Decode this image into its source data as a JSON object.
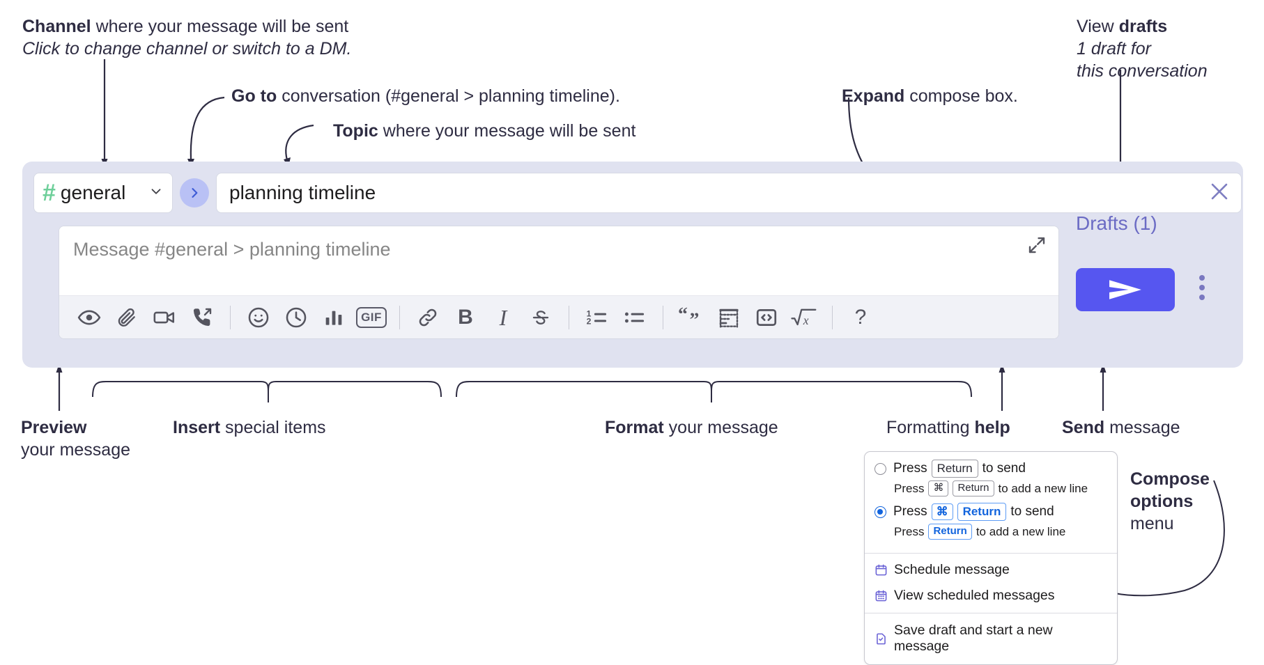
{
  "annotations": {
    "channel": {
      "bold": "Channel",
      "rest": " where your message will be sent",
      "italic": "Click to change channel or switch to a DM."
    },
    "goto": {
      "bold": "Go to",
      "rest": " conversation (#general > planning timeline)."
    },
    "topic": {
      "bold": "Topic",
      "rest": " where your message will be sent"
    },
    "expand": {
      "bold": "Expand",
      "rest": " compose box."
    },
    "drafts": {
      "pre": "View ",
      "bold": "drafts",
      "italic_line1": "1 draft for",
      "italic_line2": "this conversation"
    },
    "preview": {
      "bold": "Preview",
      "line2": "your message"
    },
    "insert": {
      "bold": "Insert",
      "rest": " special items"
    },
    "format": {
      "bold": "Format",
      "rest": " your message"
    },
    "formatting_help": {
      "pre": "Formatting ",
      "bold": "help"
    },
    "send": {
      "bold": "Send",
      "rest": " message"
    },
    "compose_options": {
      "bold_line1": "Compose",
      "bold_line2": "options",
      "line3": "menu"
    }
  },
  "compose": {
    "channel_label": "general",
    "hash_glyph": "#",
    "topic_value": "planning timeline",
    "message_placeholder": "Message #general > planning timeline",
    "drafts_label": "Drafts (1)",
    "toolbar": [
      {
        "name": "preview-icon",
        "label": "Preview"
      },
      {
        "name": "attachment-icon",
        "label": "Attach file"
      },
      {
        "name": "video-icon",
        "label": "Video clip"
      },
      {
        "name": "audio-call-icon",
        "label": "Audio clip"
      },
      {
        "name": "separator",
        "label": ""
      },
      {
        "name": "emoji-icon",
        "label": "Emoji"
      },
      {
        "name": "clock-icon",
        "label": "Reminder"
      },
      {
        "name": "poll-icon",
        "label": "Poll"
      },
      {
        "name": "gif-icon",
        "label": "GIF"
      },
      {
        "name": "separator",
        "label": ""
      },
      {
        "name": "link-icon",
        "label": "Link"
      },
      {
        "name": "bold-icon",
        "label": "B"
      },
      {
        "name": "italic-icon",
        "label": "I"
      },
      {
        "name": "strikethrough-icon",
        "label": "S"
      },
      {
        "name": "separator",
        "label": ""
      },
      {
        "name": "ordered-list-icon",
        "label": "Ordered list"
      },
      {
        "name": "bullet-list-icon",
        "label": "Bulleted list"
      },
      {
        "name": "separator",
        "label": ""
      },
      {
        "name": "blockquote-icon",
        "label": "Blockquote"
      },
      {
        "name": "code-block-icon",
        "label": "Code block"
      },
      {
        "name": "inline-code-icon",
        "label": "Code"
      },
      {
        "name": "math-icon",
        "label": "Math"
      },
      {
        "name": "separator",
        "label": ""
      },
      {
        "name": "help-icon",
        "label": "?"
      }
    ]
  },
  "popup": {
    "option1": {
      "pre": "Press ",
      "key": "Return",
      "post": " to send",
      "sub_pre": "Press ",
      "sub_key1": "⌘",
      "sub_key2": "Return",
      "sub_post": " to add a new line",
      "selected": false
    },
    "option2": {
      "pre": "Press ",
      "key1": "⌘",
      "key2": "Return",
      "post": " to send",
      "sub_pre": "Press ",
      "sub_key": "Return",
      "sub_post": " to add a new line",
      "selected": true
    },
    "items": [
      {
        "icon": "calendar-icon",
        "label": "Schedule message"
      },
      {
        "icon": "calendar-grid-icon",
        "label": "View scheduled messages"
      },
      {
        "icon": "save-draft-icon",
        "label": "Save draft and start a new message"
      }
    ]
  },
  "colors": {
    "panel_bg": "#e0e2f0",
    "send_button": "#5656f0",
    "hash_green": "#6ecf9a",
    "drafts_purple": "#6b6bc4",
    "goto_circle": "#b9c1f5",
    "radio_blue": "#1264dd",
    "text_dark": "#2e2c42"
  }
}
